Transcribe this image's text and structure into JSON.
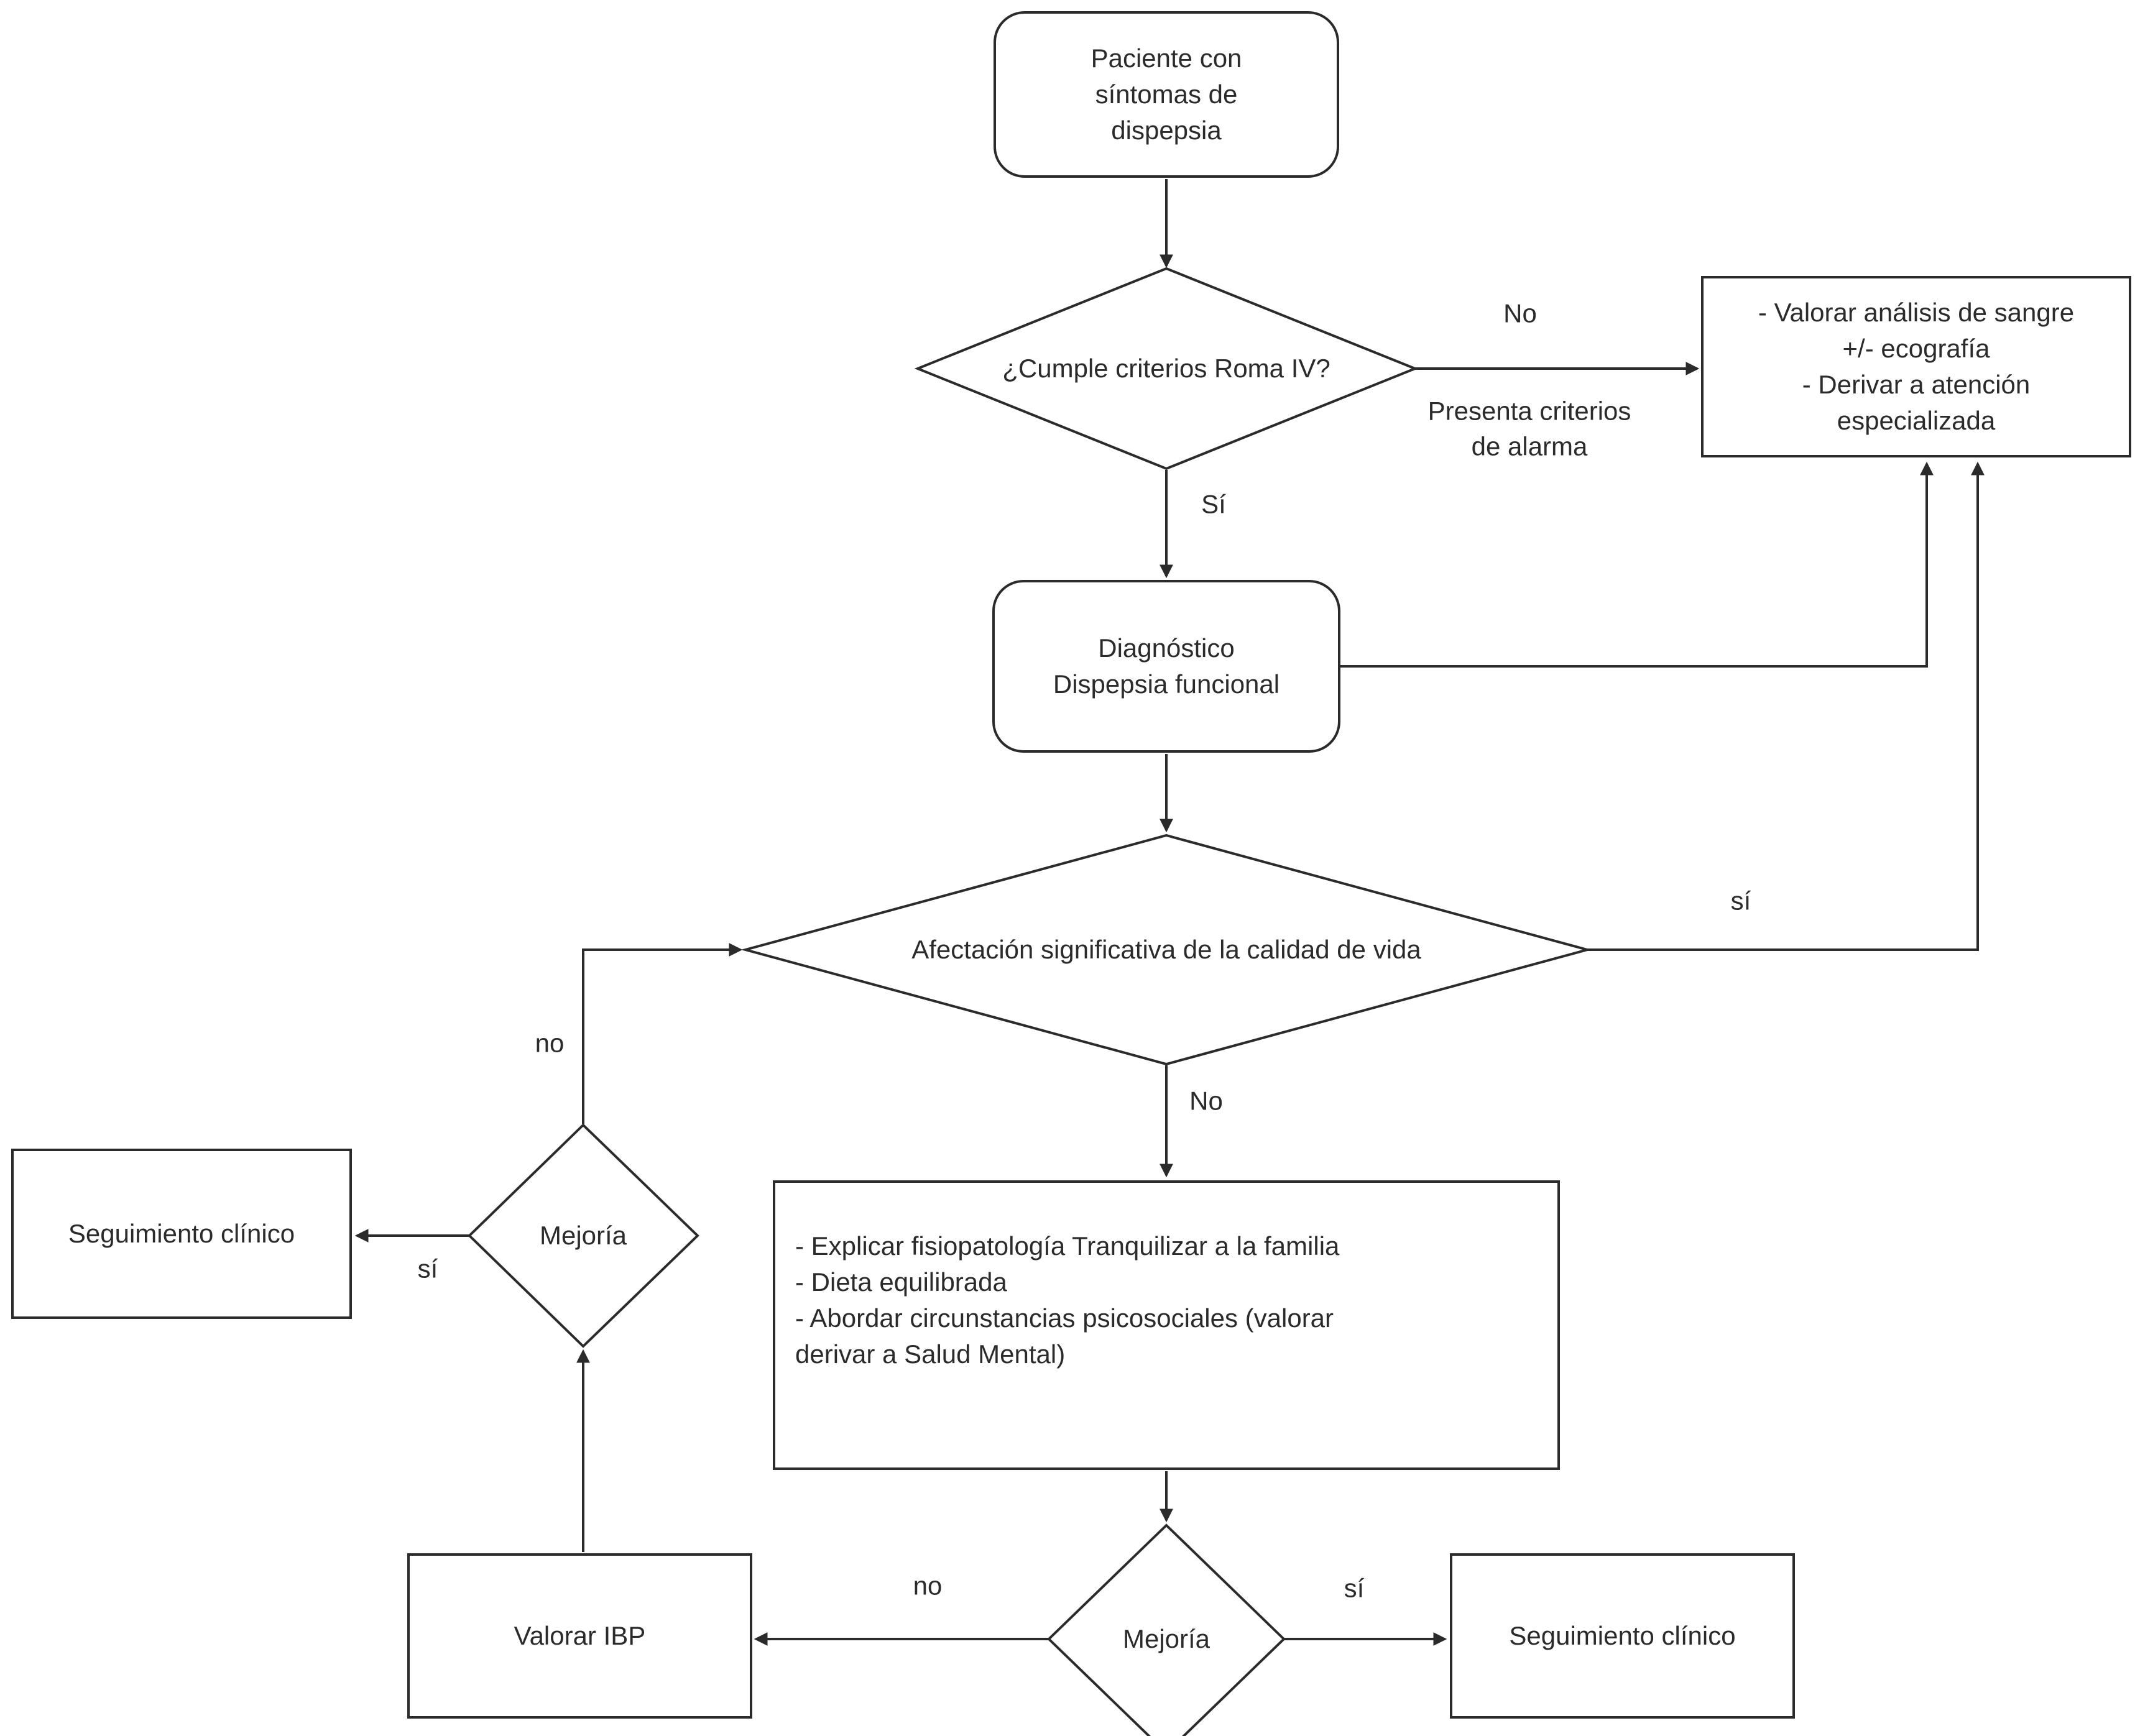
{
  "colors": {
    "stroke": "#2b2b2b",
    "background": "#ffffff",
    "node_fill": "#ffffff"
  },
  "flowchart": {
    "nodes": {
      "patient": {
        "type": "rounded",
        "label": "Paciente con\nsíntomas de\ndispepsia"
      },
      "roma": {
        "type": "decision",
        "label": "¿Cumple criterios Roma IV?"
      },
      "specialized": {
        "type": "process",
        "label": "- Valorar análisis de sangre\n+/- ecografía\n- Derivar a atención\nespecializada"
      },
      "diagnosis": {
        "type": "rounded",
        "label": "Diagnóstico\nDispepsia funcional"
      },
      "quality": {
        "type": "decision",
        "label": "Afectación significativa de la calidad de vida"
      },
      "management": {
        "type": "process",
        "label": "- Explicar fisiopatología Tranquilizar a la familia\n- Dieta equilibrada\n- Abordar circunstancias psicosociales (valorar\nderivar a Salud Mental)"
      },
      "improvement_left": {
        "type": "decision",
        "label": "Mejoría"
      },
      "followup_left": {
        "type": "process",
        "label": "Seguimiento clínico"
      },
      "ppi": {
        "type": "process",
        "label": "Valorar IBP"
      },
      "improvement_bottom": {
        "type": "decision",
        "label": "Mejoría"
      },
      "followup_right": {
        "type": "process",
        "label": "Seguimiento clínico"
      }
    },
    "labels": {
      "roma_no": "No",
      "roma_alarm": "Presenta criterios\nde alarma",
      "roma_yes": "Sí",
      "quality_yes": "sí",
      "quality_no": "No",
      "improvement_left_no": "no",
      "improvement_left_yes": "sí",
      "improvement_bottom_no": "no",
      "improvement_bottom_yes": "sí"
    }
  }
}
